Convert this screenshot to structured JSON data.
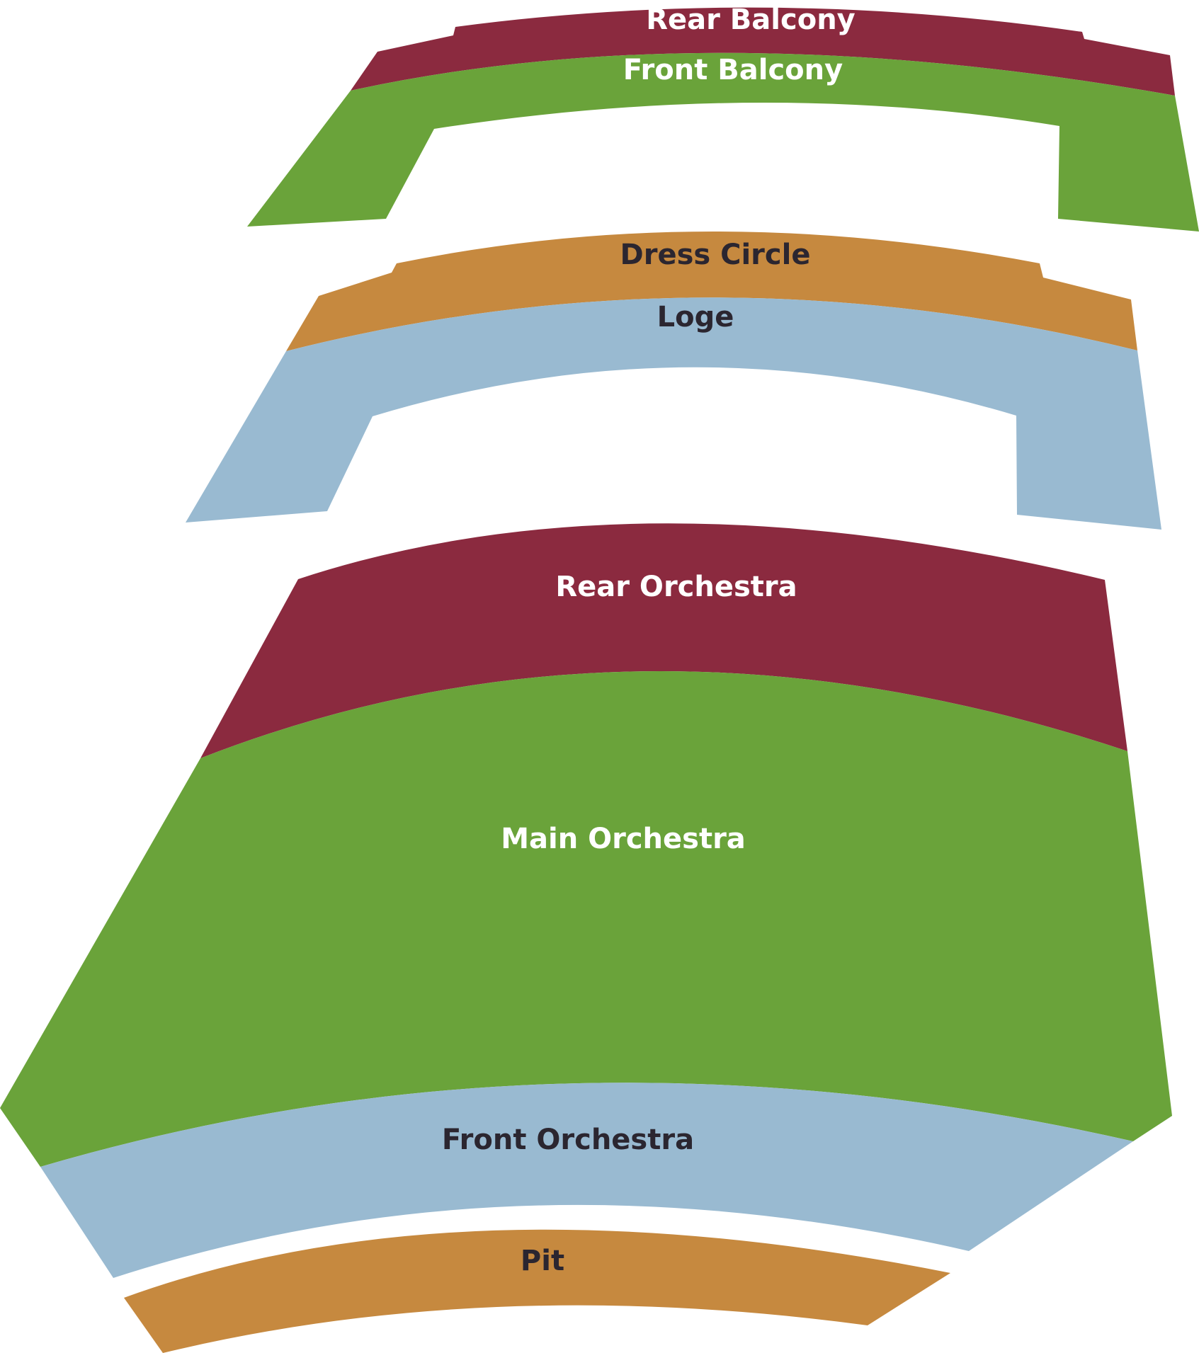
{
  "venue": {
    "sections": [
      {
        "id": "rear-balcony",
        "label": "Rear Balcony",
        "color": "#8b2a3f",
        "text_color": "#ffffff"
      },
      {
        "id": "front-balcony",
        "label": "Front Balcony",
        "color": "#6aa33a",
        "text_color": "#ffffff"
      },
      {
        "id": "dress-circle",
        "label": "Dress Circle",
        "color": "#c6893f",
        "text_color": "#2b2630"
      },
      {
        "id": "loge",
        "label": "Loge",
        "color": "#99bad1",
        "text_color": "#2b2630"
      },
      {
        "id": "rear-orchestra",
        "label": "Rear Orchestra",
        "color": "#8b2a3f",
        "text_color": "#ffffff"
      },
      {
        "id": "main-orchestra",
        "label": "Main Orchestra",
        "color": "#6aa33a",
        "text_color": "#ffffff"
      },
      {
        "id": "front-orchestra",
        "label": "Front Orchestra",
        "color": "#99bad1",
        "text_color": "#2b2630"
      },
      {
        "id": "pit",
        "label": "Pit",
        "color": "#c6893f",
        "text_color": "#2b2630"
      }
    ]
  }
}
